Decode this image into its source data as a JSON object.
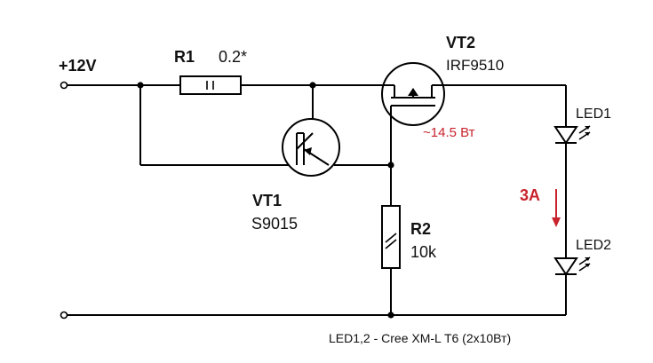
{
  "supply": {
    "label": "+12V"
  },
  "r1": {
    "name": "R1",
    "value": "0.2*"
  },
  "vt2": {
    "name": "VT2",
    "part": "IRF9510",
    "power": "~14.5 Вт"
  },
  "vt1": {
    "name": "VT1",
    "part": "S9015"
  },
  "r2": {
    "name": "R2",
    "value": "10k"
  },
  "led1": {
    "name": "LED1"
  },
  "led2": {
    "name": "LED2"
  },
  "current": {
    "value": "3A"
  },
  "footnote": {
    "text": "LED1,2 - Cree XM-L T6 (2x10Вт)"
  },
  "colors": {
    "accent": "#c8232c",
    "line": "#000000"
  }
}
